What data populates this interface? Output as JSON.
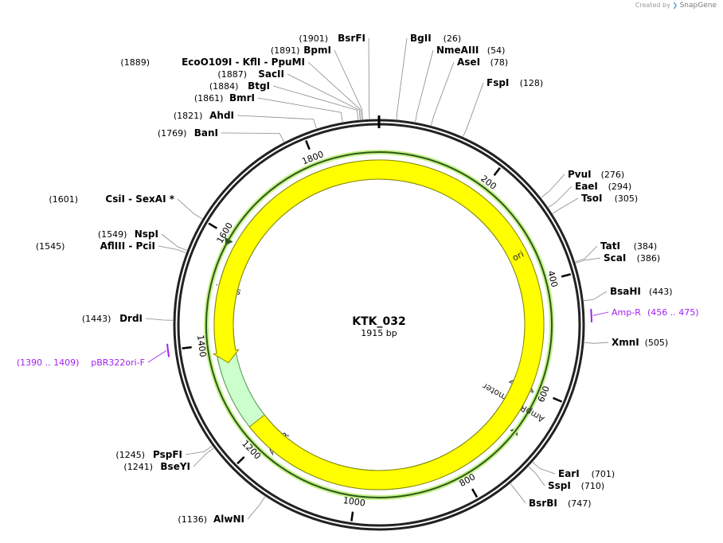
{
  "watermark": {
    "prefix": "Created by",
    "brand": "SnapGene"
  },
  "plasmid": {
    "name": "KTK_032",
    "length_label": "1915 bp",
    "length": 1915
  },
  "ticks": [
    {
      "pos": 200,
      "label": "200"
    },
    {
      "pos": 400,
      "label": "400"
    },
    {
      "pos": 600,
      "label": "600"
    },
    {
      "pos": 800,
      "label": "800"
    },
    {
      "pos": 1000,
      "label": "1000"
    },
    {
      "pos": 1200,
      "label": "1200"
    },
    {
      "pos": 1400,
      "label": "1400"
    },
    {
      "pos": 1600,
      "label": "1600"
    },
    {
      "pos": 1800,
      "label": "1800"
    }
  ],
  "features": [
    {
      "name": "AmpR",
      "start": 1759,
      "end": 581,
      "dir": "rev",
      "color": "#ccffcc",
      "stroke": "#5a9a5a"
    },
    {
      "name": "sign...",
      "start": 581,
      "end": 517,
      "dir": "none",
      "color": "#ccffcc",
      "stroke": "#5a9a5a"
    },
    {
      "name": "AmpR promoter",
      "start": 692,
      "end": 583,
      "dir": "rev",
      "color": "#ffffff",
      "stroke": "#555555"
    },
    {
      "name": "ori",
      "start": 1233,
      "end": 1361,
      "dir": "rev",
      "color": "#ffff00",
      "stroke": "#888800"
    }
  ],
  "orfs": [
    {
      "start": 1762,
      "end": 681,
      "dir": "rev"
    },
    {
      "start": 1145,
      "end": 1590,
      "dir": "rev"
    }
  ],
  "sites": [
    {
      "name": "BgII",
      "pos_label": "(26)",
      "bp": 26
    },
    {
      "name": "NmeAIII",
      "pos_label": "(54)",
      "bp": 54
    },
    {
      "name": "AseI",
      "pos_label": "(78)",
      "bp": 78
    },
    {
      "name": "FspI",
      "pos_label": "(128)",
      "bp": 128
    },
    {
      "name": "PvuI",
      "pos_label": "(276)",
      "bp": 276
    },
    {
      "name": "EaeI",
      "pos_label": "(294)",
      "bp": 294
    },
    {
      "name": "TsoI",
      "pos_label": "(305)",
      "bp": 305
    },
    {
      "name": "TatI",
      "pos_label": "(384)",
      "bp": 384
    },
    {
      "name": "ScaI",
      "pos_label": "(386)",
      "bp": 386
    },
    {
      "name": "BsaHI",
      "pos_label": "(443)",
      "bp": 443
    },
    {
      "name": "XmnI",
      "pos_label": "(505)",
      "bp": 505
    },
    {
      "name": "EarI",
      "pos_label": "(701)",
      "bp": 701
    },
    {
      "name": "SspI",
      "pos_label": "(710)",
      "bp": 710
    },
    {
      "name": "BsrBI",
      "pos_label": "(747)",
      "bp": 747
    },
    {
      "name": "AlwNI",
      "pos_label": "(1136)",
      "bp": 1136
    },
    {
      "name": "BseYI",
      "pos_label": "(1241)",
      "bp": 1241
    },
    {
      "name": "PspFI",
      "pos_label": "(1245)",
      "bp": 1245
    },
    {
      "name": "DrdI",
      "pos_label": "(1443)",
      "bp": 1443
    },
    {
      "name": "AflIII  - PciI",
      "pos_label": "(1545)",
      "bp": 1545
    },
    {
      "name": "NspI",
      "pos_label": "(1549)",
      "bp": 1549
    },
    {
      "name": "CsiI  - SexAI *",
      "pos_label": "(1601)",
      "bp": 1601
    },
    {
      "name": "BanI",
      "pos_label": "(1769)",
      "bp": 1769
    },
    {
      "name": "AhdI",
      "pos_label": "(1821)",
      "bp": 1821
    },
    {
      "name": "BmrI",
      "pos_label": "(1861)",
      "bp": 1861
    },
    {
      "name": "BtgI",
      "pos_label": "(1884)",
      "bp": 1884
    },
    {
      "name": "SacII",
      "pos_label": "(1887)",
      "bp": 1887
    },
    {
      "name": "EcoO109I  - KflI  - PpuMI",
      "pos_label": "(1889)",
      "bp": 1889
    },
    {
      "name": "BpmI",
      "pos_label": "(1891)",
      "bp": 1891
    },
    {
      "name": "BsrFI",
      "pos_label": "(1901)",
      "bp": 1901
    }
  ],
  "primers": [
    {
      "name": "Amp-R",
      "range_label": "(456 .. 475)",
      "start": 456,
      "end": 475
    },
    {
      "name": "pBR322ori-F",
      "range_label": "(1390 .. 1409)",
      "start": 1390,
      "end": 1409
    }
  ]
}
